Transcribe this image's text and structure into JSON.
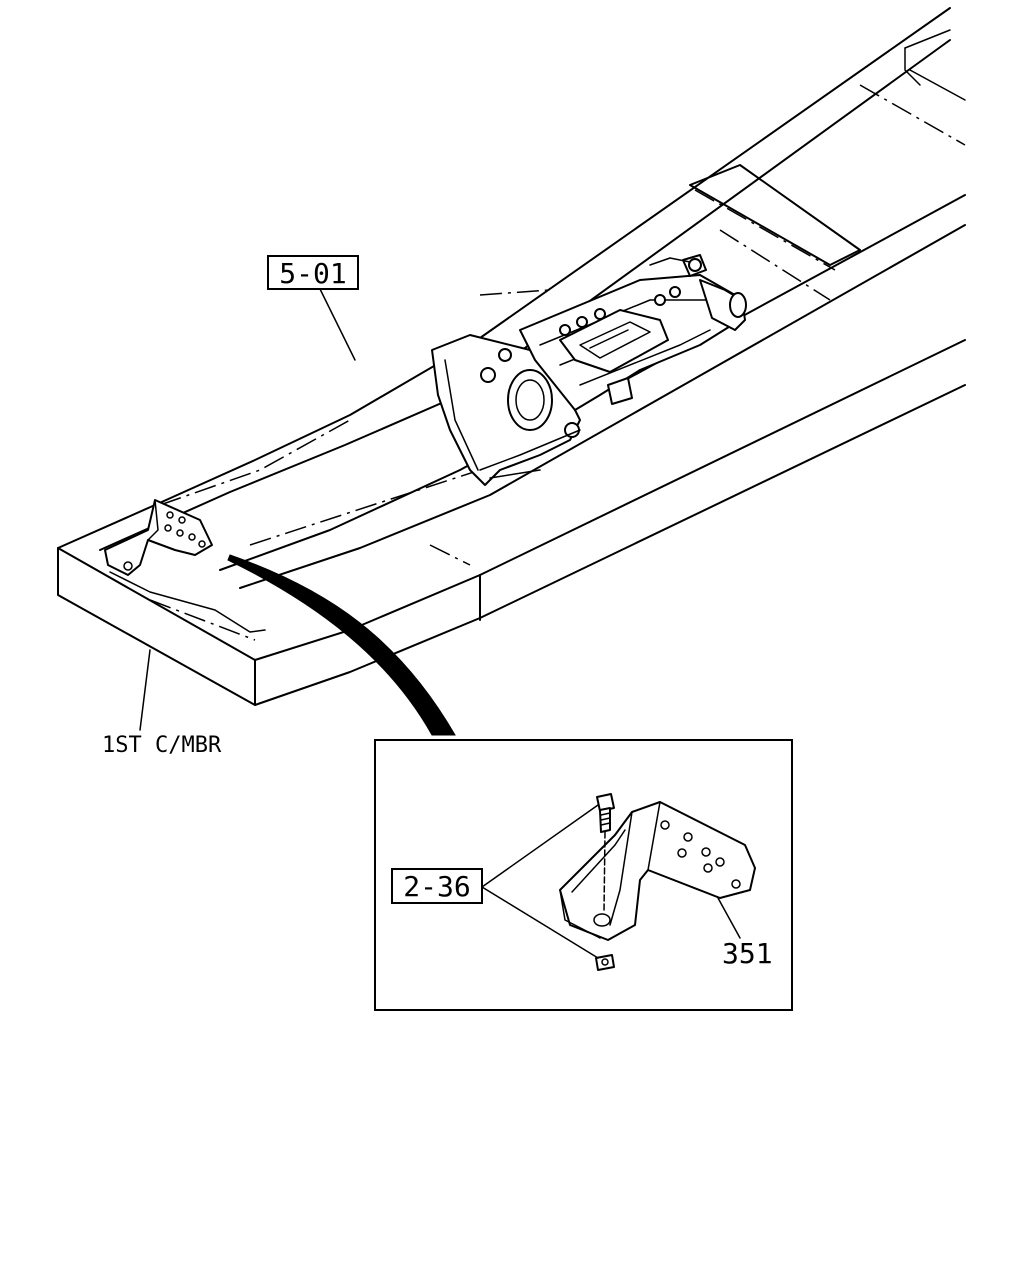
{
  "labels": {
    "frame_ref": "5-01",
    "crossmember": "1ST C/MBR",
    "hardware_ref": "2-36",
    "part_number": "351"
  }
}
